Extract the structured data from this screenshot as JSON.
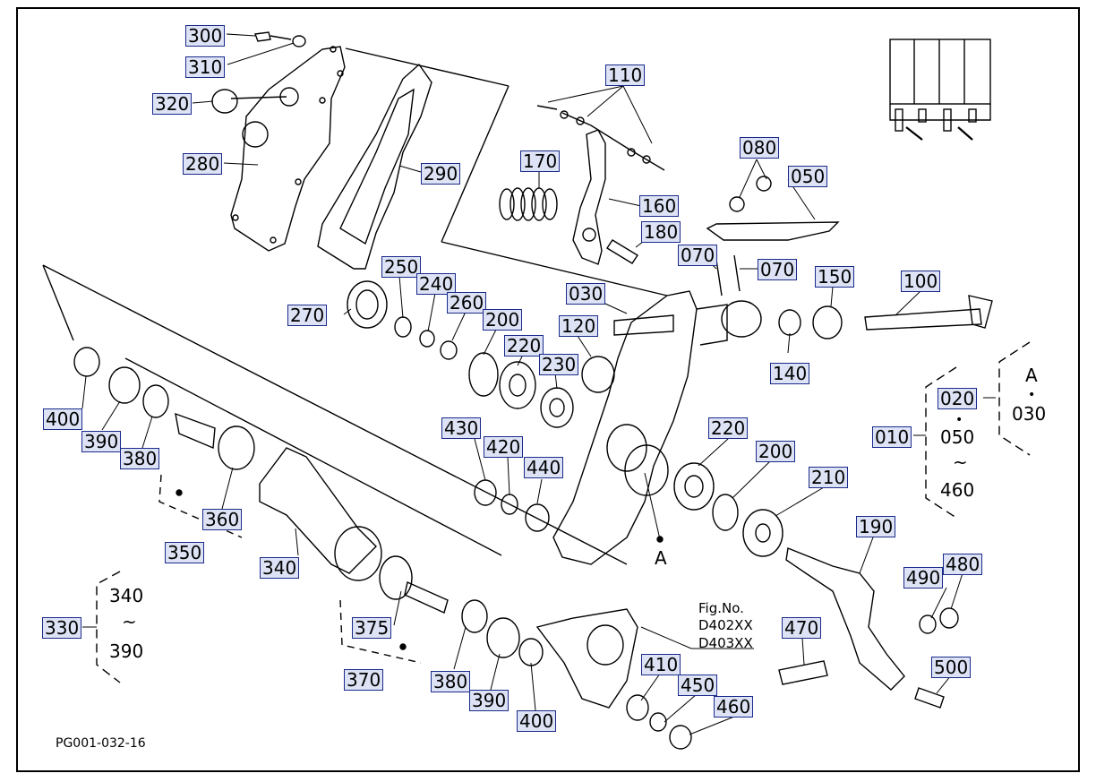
{
  "figure_code": "PG001-032-16",
  "figure_ref": {
    "label": "Fig.No.",
    "line1": "D402XX",
    "line2": "D403XX"
  },
  "parts": [
    "300",
    "310",
    "320",
    "280",
    "290",
    "110",
    "170",
    "160",
    "180",
    "080",
    "050",
    "070",
    "070",
    "030",
    "150",
    "100",
    "250",
    "240",
    "260",
    "270",
    "200",
    "220",
    "230",
    "120",
    "140",
    "400",
    "390",
    "380",
    "360",
    "350",
    "430",
    "420",
    "440",
    "220",
    "200",
    "210",
    "340",
    "190",
    "490",
    "480",
    "375",
    "370",
    "380",
    "390",
    "400",
    "410",
    "450",
    "460",
    "470",
    "500",
    "330",
    "010",
    "020"
  ],
  "callout_a_right": {
    "letter": "A",
    "dot": "•",
    "value": "030"
  },
  "group_010": {
    "line1": "050",
    "tilde": "~",
    "line2": "460",
    "dot": "•"
  },
  "group_330": {
    "line1": "340",
    "tilde": "~",
    "line2": "390"
  },
  "marker_a": "A"
}
